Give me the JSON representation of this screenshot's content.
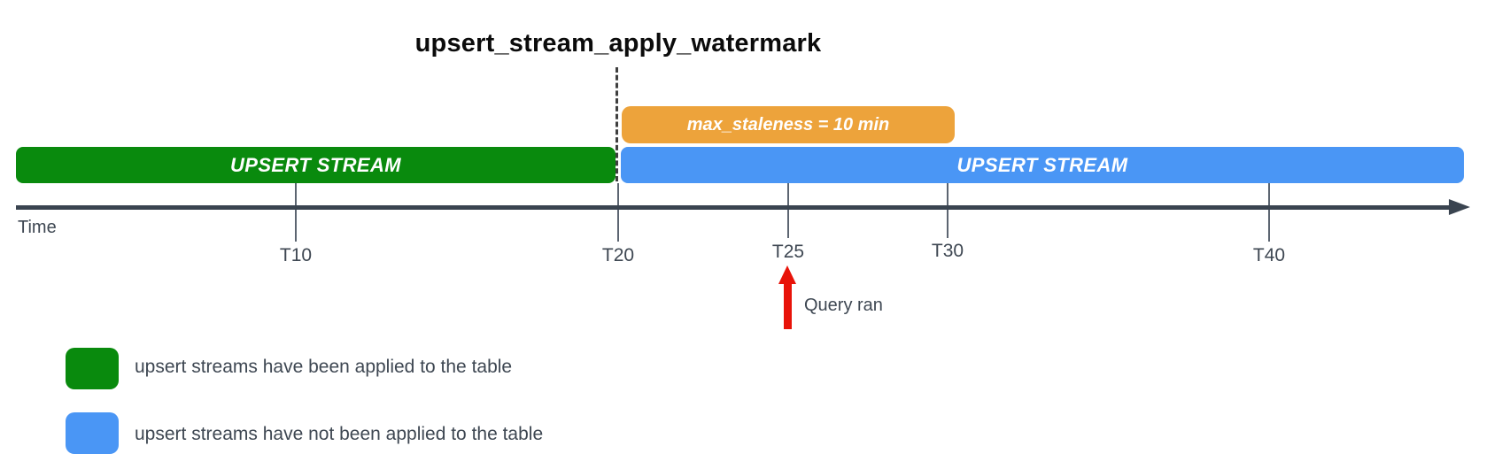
{
  "title": "upsert_stream_apply_watermark",
  "colors": {
    "applied_green": "#098a0d",
    "not_applied_blue": "#4a96f5",
    "staleness_orange": "#eda33b",
    "query_arrow_red": "#e81309",
    "axis_dark": "#3a4450",
    "label_text": "#3e4752"
  },
  "staleness_badge": {
    "label": "max_staleness = 10 min"
  },
  "bars": {
    "applied_label": "UPSERT STREAM",
    "not_applied_label": "UPSERT STREAM"
  },
  "timeline": {
    "axis_label": "Time",
    "ticks": [
      {
        "label": "T10"
      },
      {
        "label": "T20"
      },
      {
        "label": "T25"
      },
      {
        "label": "T30"
      },
      {
        "label": "T40"
      }
    ]
  },
  "annotations": {
    "query_ran": "Query ran"
  },
  "legend": {
    "items": [
      {
        "swatch_color": "#098a0d",
        "label": "upsert streams have been applied to the table"
      },
      {
        "swatch_color": "#4a96f5",
        "label": "upsert streams have not been applied to the table"
      }
    ]
  }
}
